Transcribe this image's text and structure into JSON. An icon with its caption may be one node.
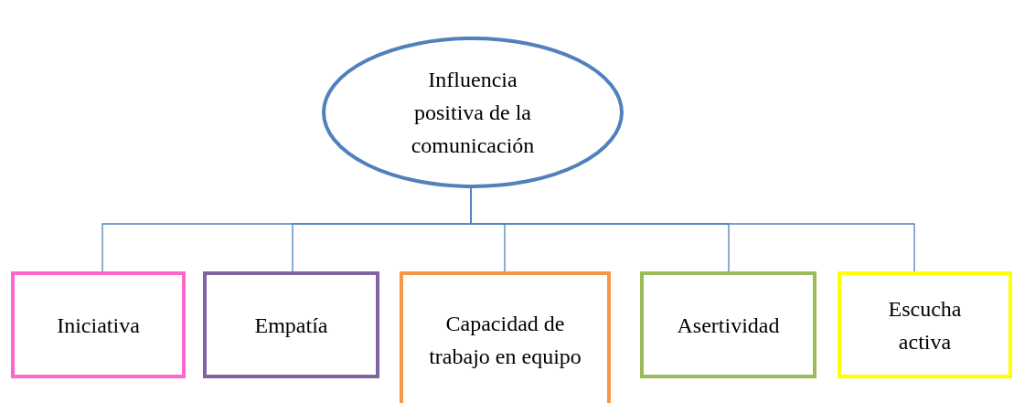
{
  "diagram": {
    "nodes": [
      {
        "text": [
          "Influencia positiva de la comunicación"
        ]
      },
      {
        "text": [
          "Iniciativa"
        ]
      },
      {
        "text": [
          "Empatía"
        ]
      },
      {
        "text": [
          "Capacidad de trabajo en equipo"
        ]
      },
      {
        "text": [
          "Asertividad"
        ]
      },
      {
        "text": [
          "Escucha activa"
        ]
      }
    ],
    "edges": [
      {
        "from": 0,
        "to": 1,
        "arrow": "none"
      },
      {
        "from": 0,
        "to": 2,
        "arrow": "none"
      },
      {
        "from": 0,
        "to": 3,
        "arrow": "none"
      },
      {
        "from": 0,
        "to": 4,
        "arrow": "none"
      },
      {
        "from": 0,
        "to": 5,
        "arrow": "none"
      }
    ]
  }
}
